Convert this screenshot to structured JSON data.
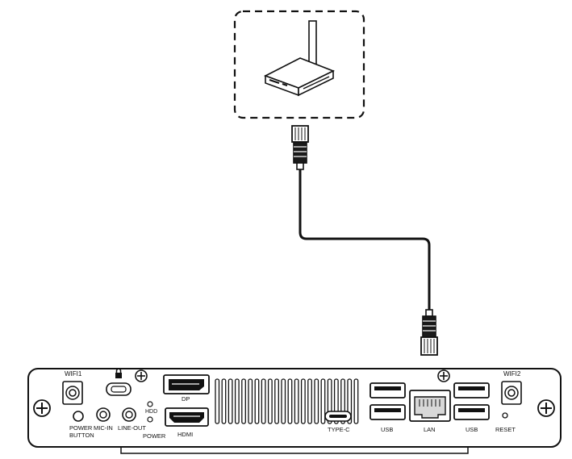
{
  "colors": {
    "stroke": "#111111",
    "fill_light": "#ffffff",
    "fill_grey": "#d8d8d8",
    "fill_dark": "#1a1a1a"
  },
  "icons": [
    "router-icon",
    "rj45-plug-icon",
    "lock-icon",
    "screw-icon",
    "wifi-antenna-icon"
  ],
  "labels": {
    "wifi1": "WIFI1",
    "wifi2": "WIFI2",
    "power_button_1": "POWER",
    "power_button_2": "BUTTON",
    "mic_in": "MIC-IN",
    "line_out": "LINE-OUT",
    "hdd": "HDD",
    "power": "POWER",
    "dp": "DP",
    "hdmi": "HDMI",
    "type_c": "TYPE-C",
    "usb_left": "USB",
    "lan": "LAN",
    "usb_right": "USB",
    "reset": "RESET"
  }
}
